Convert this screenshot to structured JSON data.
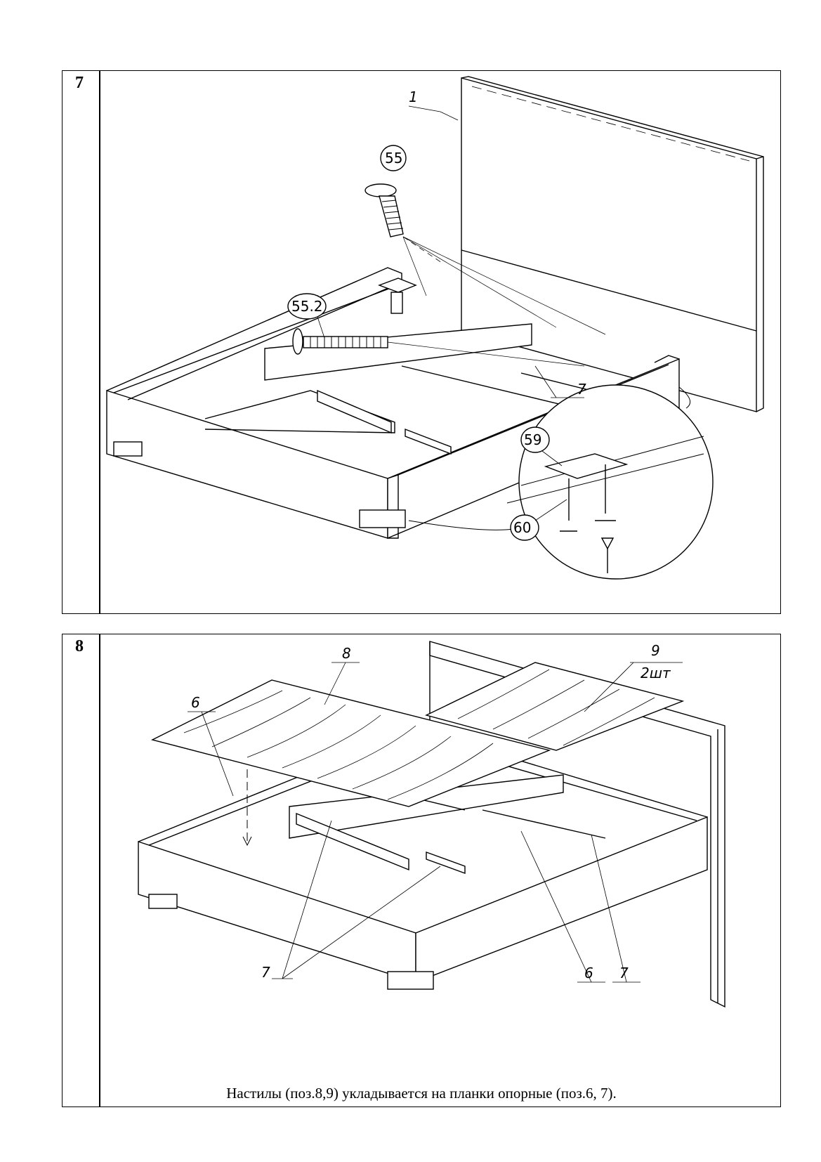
{
  "step7": {
    "number": "7",
    "labels": {
      "headboard": "1",
      "screw_long": "55",
      "bolt": "55.2",
      "support_rail": "7",
      "bracket": "59",
      "wood_screw": "60"
    }
  },
  "step8": {
    "number": "8",
    "labels": {
      "deck_main": "8",
      "deck_side": "9",
      "deck_side_qty": "2шт",
      "rail_left": "6",
      "rails_front": "7",
      "rail_center": "6",
      "rail_right": "7"
    },
    "caption": "Настилы  (поз.8,9) укладывается на планки опорные (поз.6, 7)."
  }
}
